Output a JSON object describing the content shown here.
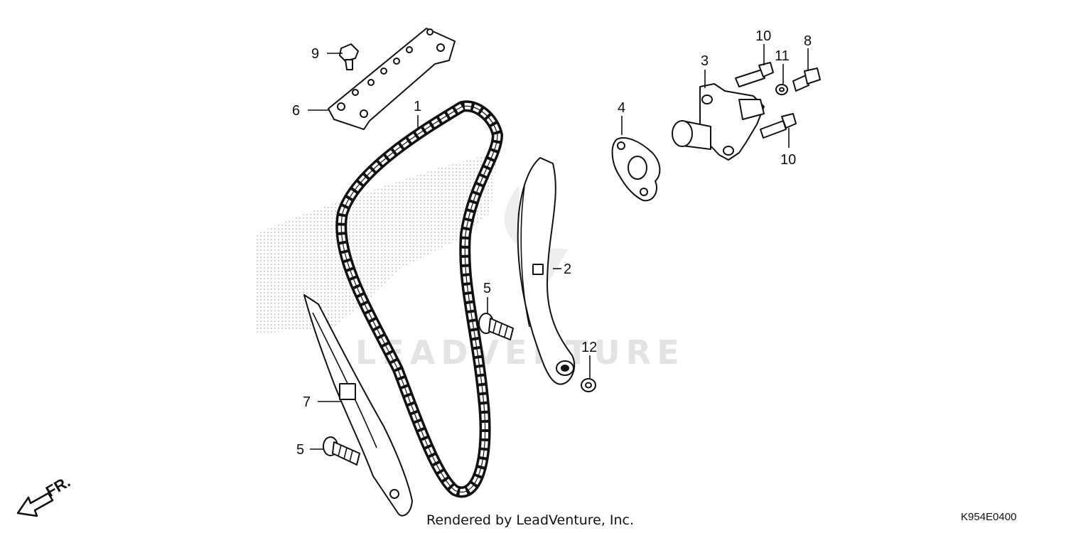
{
  "callouts": {
    "p1": "1",
    "p2": "2",
    "p3": "3",
    "p4": "4",
    "p5a": "5",
    "p5b": "5",
    "p6": "6",
    "p7": "7",
    "p8": "8",
    "p9": "9",
    "p10a": "10",
    "p10b": "10",
    "p11": "11",
    "p12": "12"
  },
  "watermark": {
    "text": "LEADVENTURE"
  },
  "direction_label": "FR.",
  "footer": {
    "rendered_by": "Rendered by LeadVenture, Inc.",
    "diagram_code": "K954E0400"
  }
}
